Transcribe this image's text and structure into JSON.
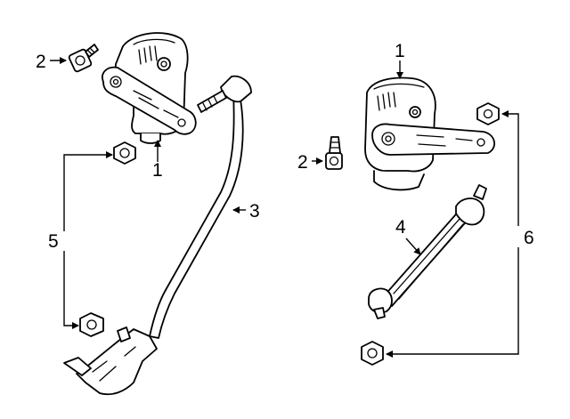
{
  "diagram": {
    "callouts": {
      "c1_left": "1",
      "c1_right": "1",
      "c2_left": "2",
      "c2_right": "2",
      "c3": "3",
      "c4": "4",
      "c5": "5",
      "c6": "6"
    },
    "parts": [
      {
        "ref": "1",
        "name": "sensor"
      },
      {
        "ref": "2",
        "name": "bolt"
      },
      {
        "ref": "3",
        "name": "linkage-rod"
      },
      {
        "ref": "4",
        "name": "link-rod"
      },
      {
        "ref": "5",
        "name": "nut"
      },
      {
        "ref": "6",
        "name": "nut"
      }
    ],
    "line_color": "#000000",
    "background": "#ffffff"
  }
}
